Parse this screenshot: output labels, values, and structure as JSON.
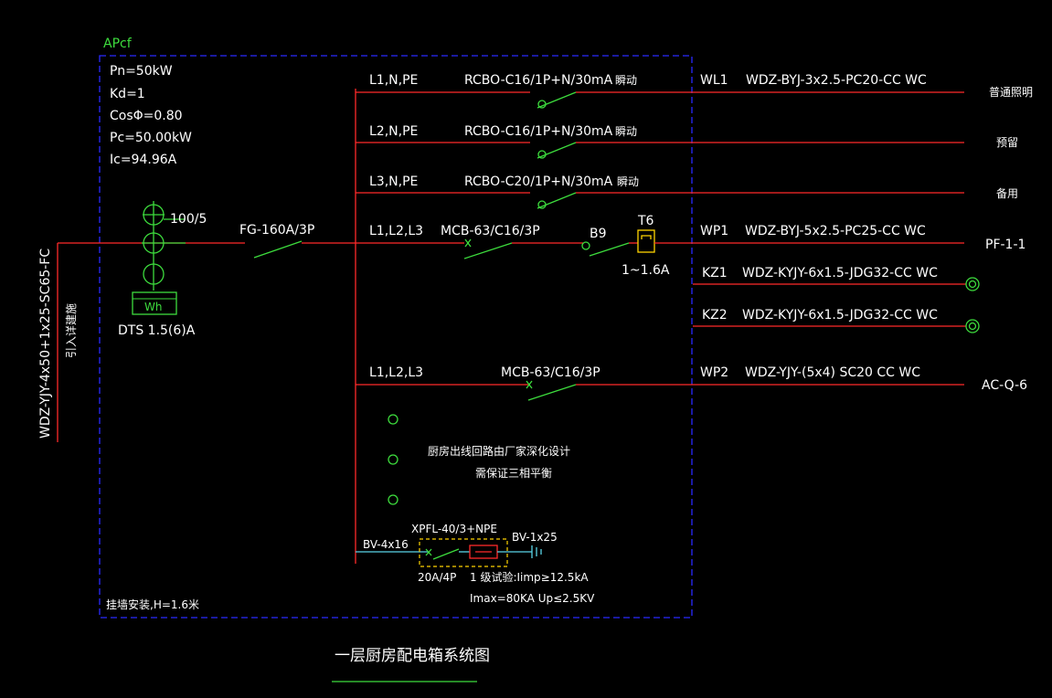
{
  "panel": {
    "name": "APcf",
    "params": [
      "Pn=50kW",
      "Kd=1",
      "CosΦ=0.80",
      "Pc=50.00kW",
      "Ic=94.96A"
    ],
    "install_note": "挂墙安装,H=1.6米"
  },
  "incoming": {
    "cable": "WDZ-YJY-4x50+1x25-SC65-FC",
    "note": "引入详建施",
    "ct_ratio": "100/5",
    "meter_label": "Wh",
    "meter_model": "DTS 1.5(6)A",
    "main_switch": "FG-160A/3P"
  },
  "circuits": [
    {
      "phase": "L1,N,PE",
      "breaker": "RCBO-C16/1P+N/30mA",
      "trip": "瞬动",
      "id": "WL1",
      "cable": "WDZ-BYJ-3x2.5-PC20-CC WC",
      "load": "普通照明"
    },
    {
      "phase": "L2,N,PE",
      "breaker": "RCBO-C16/1P+N/30mA",
      "trip": "瞬动",
      "id": "",
      "cable": "",
      "load": "预留"
    },
    {
      "phase": "L3,N,PE",
      "breaker": "RCBO-C20/1P+N/30mA",
      "trip": "瞬动",
      "id": "",
      "cable": "",
      "load": "备用"
    },
    {
      "phase": "L1,L2,L3",
      "breaker": "MCB-63/C16/3P",
      "contactor": "B9",
      "relay": "T6",
      "relay_range": "1~1.6A",
      "id": "WP1",
      "cable": "WDZ-BYJ-5x2.5-PC25-CC WC",
      "load": "PF-1-1"
    },
    {
      "phase": "",
      "breaker": "",
      "id": "KZ1",
      "cable": "WDZ-KYJY-6x1.5-JDG32-CC WC",
      "load": ""
    },
    {
      "phase": "",
      "breaker": "",
      "id": "KZ2",
      "cable": "WDZ-KYJY-6x1.5-JDG32-CC WC",
      "load": ""
    },
    {
      "phase": "L1,L2,L3",
      "breaker": "MCB-63/C16/3P",
      "id": "WP2",
      "cable": "WDZ-YJY-(5x4) SC20 CC WC",
      "load": "AC-Q-6"
    }
  ],
  "kitchen_note": [
    "厨房出线回路由厂家深化设计",
    "需保证三相平衡"
  ],
  "spd": {
    "wire_in": "BV-4x16",
    "model": "XPFL-40/3+NPE",
    "wire_out": "BV-1x25",
    "breaker": "20A/4P",
    "spec1": "1 级试验:Iimp≥12.5kA",
    "spec2": "Imax=80KA  Up≤2.5KV"
  },
  "title": "一层厨房配电箱系统图",
  "colors": {
    "bus": "#ff2a2a",
    "switch": "#3ddc3d",
    "spd": "#5ad4e8",
    "box": "#2a2aff",
    "frame": "#ffd400"
  }
}
